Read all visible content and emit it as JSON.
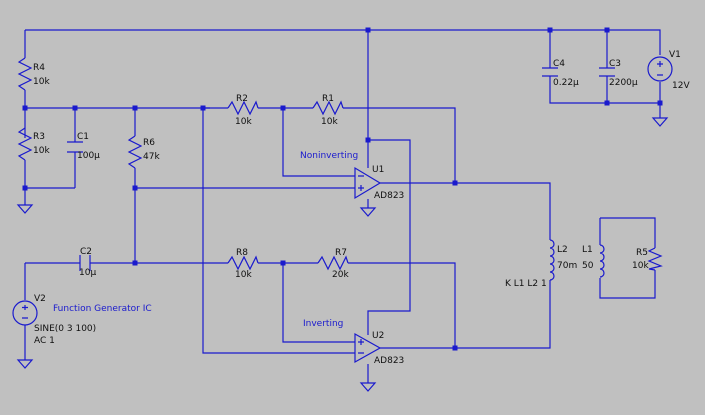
{
  "components": {
    "R4": {
      "ref": "R4",
      "value": "10k"
    },
    "R3": {
      "ref": "R3",
      "value": "10k"
    },
    "C1": {
      "ref": "C1",
      "value": "100µ"
    },
    "R6": {
      "ref": "R6",
      "value": "47k"
    },
    "R2": {
      "ref": "R2",
      "value": "10k"
    },
    "R1": {
      "ref": "R1",
      "value": "10k"
    },
    "U1": {
      "ref": "U1",
      "value": "AD823"
    },
    "C4": {
      "ref": "C4",
      "value": "0.22µ"
    },
    "C3": {
      "ref": "C3",
      "value": "2200µ"
    },
    "V1": {
      "ref": "V1",
      "value": "12V"
    },
    "C2": {
      "ref": "C2",
      "value": "10µ"
    },
    "R8": {
      "ref": "R8",
      "value": "10k"
    },
    "R7": {
      "ref": "R7",
      "value": "20k"
    },
    "U2": {
      "ref": "U2",
      "value": "AD823"
    },
    "V2": {
      "ref": "V2",
      "value": "SINE(0 3 100)",
      "ac": "AC 1"
    },
    "L2": {
      "ref": "L2",
      "value": "70m"
    },
    "L1": {
      "ref": "L1",
      "value": "50"
    },
    "R5": {
      "ref": "R5",
      "value": "10k"
    }
  },
  "notes": {
    "noninverting": "Noninverting",
    "inverting": "Inverting",
    "function_generator": "Function Generator IC"
  },
  "directives": {
    "coupling": "K L1 L2 1"
  },
  "colors": {
    "background": "#c0c0c0",
    "wire": "#1a1acd",
    "text": "#101010"
  }
}
